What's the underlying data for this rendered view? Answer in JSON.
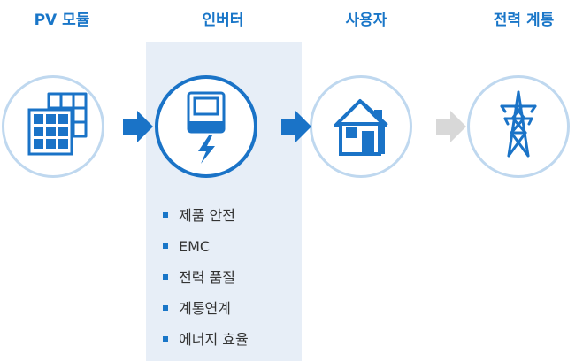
{
  "stages": [
    {
      "label": "PV 모듈",
      "icon": "solar-panel-icon"
    },
    {
      "label": "인버터",
      "icon": "inverter-icon"
    },
    {
      "label": "사용자",
      "icon": "house-icon"
    },
    {
      "label": "전력 계통",
      "icon": "power-tower-icon"
    }
  ],
  "arrows": [
    {
      "icon": "arrow-right-icon",
      "color": "#1a73c7"
    },
    {
      "icon": "arrow-right-icon",
      "color": "#1a73c7"
    },
    {
      "icon": "arrow-right-icon",
      "color": "#d8d8d8"
    }
  ],
  "inverter_features": [
    "제품 안전",
    "EMC",
    "전력 품질",
    "계통연계",
    "에너지 효율"
  ],
  "colors": {
    "accent": "#1976c8",
    "highlight": "#e7eef7",
    "ring": "#bfd8ef",
    "arrow_inactive": "#d8d8d8"
  }
}
